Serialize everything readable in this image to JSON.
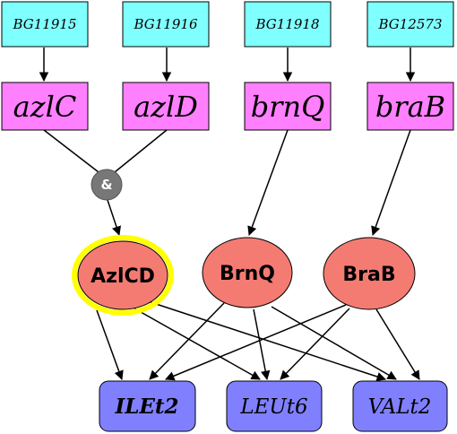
{
  "genes": [
    "BG11915",
    "BG11916",
    "BG11918",
    "BG12573"
  ],
  "gene_products": [
    "azlC",
    "azlD",
    "brnQ",
    "braB"
  ],
  "and_label": "&",
  "enzymes": [
    "AzlCD",
    "BrnQ",
    "BraB"
  ],
  "reactions": [
    "ILEt2",
    "LEUt6",
    "VALt2"
  ],
  "colors": {
    "gene_fill": "#80ffff",
    "product_fill": "#ff80ff",
    "enzyme_fill": "#f47b72",
    "highlight": "#ffff00",
    "reaction_fill": "#8080ff",
    "and_node": "#777777"
  }
}
